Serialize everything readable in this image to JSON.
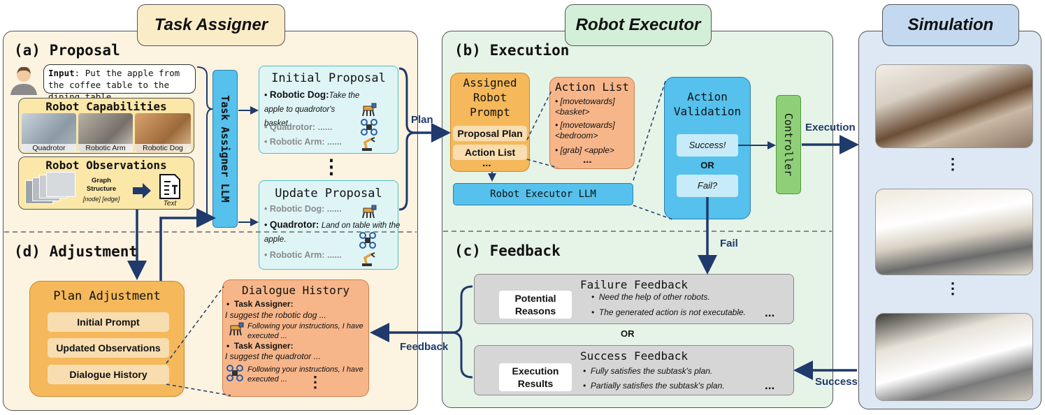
{
  "headers": {
    "task_assigner": "Task Assigner",
    "robot_executor": "Robot Executor",
    "simulation": "Simulation"
  },
  "sections": {
    "proposal": "(a) Proposal",
    "execution": "(b) Execution",
    "feedback": "(c) Feedback",
    "adjustment": "(d) Adjustment"
  },
  "input": {
    "label": "Input",
    "text": ": Put the apple from the coffee table to the dining table."
  },
  "capabilities": {
    "title": "Robot Capabilities",
    "items": [
      "Quadrotor",
      "Robotic Arm",
      "Robotic Dog"
    ]
  },
  "observations": {
    "title": "Robot Observations",
    "graph_title": "Graph Structure",
    "graph_sub": "[node] [edge]",
    "text_label": "Text"
  },
  "task_assigner_llm": "Task Assigner LLM",
  "initial_proposal": {
    "title": "Initial Proposal",
    "dog_label": "Robotic Dog:",
    "dog_text": "Take the apple to quadrotor's basket.",
    "quad": "Quadrotor: ......",
    "arm": "Robotic Arm: ......"
  },
  "update_proposal": {
    "title": "Update Proposal",
    "dog": "Robotic Dog: ......",
    "quad_label": "Quadrotor:",
    "quad_text": "Land on table with the apple.",
    "arm": "Robotic Arm: ......"
  },
  "vdots": "⋮",
  "plan_label": "Plan",
  "assigned_prompt": {
    "title": "Assigned Robot Prompt",
    "proposal_plan": "Proposal Plan",
    "action_list": "Action List",
    "dots": "..."
  },
  "action_list": {
    "title": "Action List",
    "items": [
      "[movetowards] <basket>",
      "[movetowards] <bedroom>",
      "[grab] <apple>"
    ],
    "dots": "..."
  },
  "action_validation": {
    "title": "Action Validation",
    "success": "Success!",
    "or": "OR",
    "fail": "Fail?"
  },
  "controller": "Controller",
  "robot_executor_llm": "Robot Executor LLM",
  "execution_label": "Execution",
  "fail_label": "Fail",
  "failure_feedback": {
    "title": "Failure Feedback",
    "chip": "Potential Reasons",
    "items": [
      "Need the help of other robots.",
      "The generated action is not executable."
    ],
    "dots": "..."
  },
  "or_between": "OR",
  "success_feedback": {
    "title": "Success Feedback",
    "chip": "Execution Results",
    "items": [
      "Fully satisfies the subtask's plan.",
      "Partially satisfies the subtask's plan."
    ],
    "dots": "..."
  },
  "feedback_label": "Feedback",
  "success_label": "Success",
  "plan_adjustment": {
    "title": "Plan Adjustment",
    "items": [
      "Initial Prompt",
      "Updated Observations",
      "Dialogue History"
    ]
  },
  "dialogue_history": {
    "title": "Dialogue History",
    "speaker": "Task Assigner:",
    "line1": "I suggest the robotic dog ...",
    "reply1": "Following your instructions, I have executed ...",
    "line2": "I suggest the quadrotor ...",
    "reply2": "Following your instructions, I have executed ..."
  },
  "colors": {
    "assigner_bg": "#fdf3e1",
    "executor_bg": "#e6f4e8",
    "simulation_bg": "#dde8f4",
    "arrow": "#1f3a6b",
    "llm_blue": "#55c1ec",
    "orange_box": "#f5b85a",
    "proposal_bg": "#dff5f5"
  },
  "icons": [
    "user-icon",
    "robotic-dog-icon",
    "quadrotor-icon",
    "robotic-arm-icon",
    "document-icon"
  ]
}
